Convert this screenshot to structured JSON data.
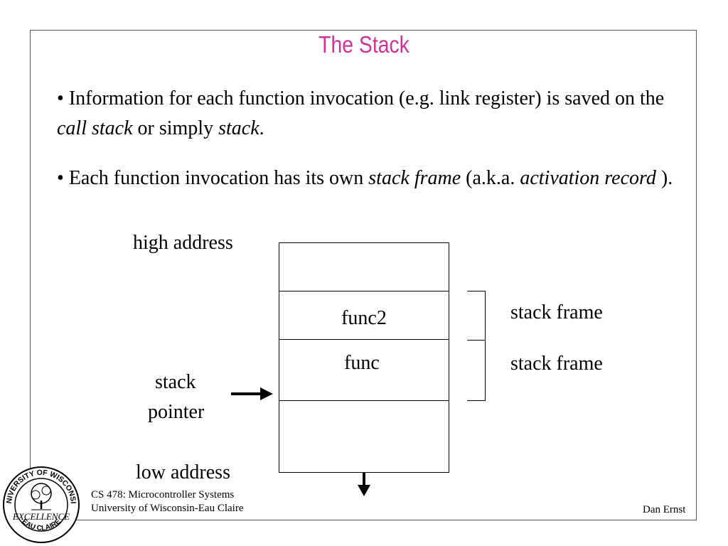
{
  "title": "The Stack",
  "bullets": [
    {
      "marker": "•",
      "segments": [
        {
          "text": " Information for each function invocation (e.g. link register) is saved on the ",
          "italic": false
        },
        {
          "text": "call stack",
          "italic": true
        },
        {
          "text": " or simply ",
          "italic": false
        },
        {
          "text": "stack",
          "italic": true
        },
        {
          "text": ".",
          "italic": false
        }
      ]
    },
    {
      "marker": "•",
      "segments": [
        {
          "text": " Each function invocation has its own ",
          "italic": false
        },
        {
          "text": "stack frame",
          "italic": true
        },
        {
          "text": " (a.k.a. ",
          "italic": false
        },
        {
          "text": "activation record",
          "italic": true
        },
        {
          "text": " ).",
          "italic": false
        }
      ]
    }
  ],
  "diagram": {
    "high_address": "high address",
    "low_address": "low address",
    "stack_pointer_line1": "stack",
    "stack_pointer_line2": "pointer",
    "cell_func2": "func2",
    "cell_func": "func",
    "frame_label_1": "stack frame",
    "frame_label_2": "stack frame"
  },
  "footer": {
    "course": "CS 478: Microcontroller Systems",
    "university": "University of Wisconsin-Eau Claire",
    "author": "Dan Ernst"
  },
  "logo": {
    "top_text": "UNIVERSITY OF WISCONSIN",
    "middle_text": "EXCELLENCE",
    "bottom_text": "EAU CLAIRE"
  }
}
